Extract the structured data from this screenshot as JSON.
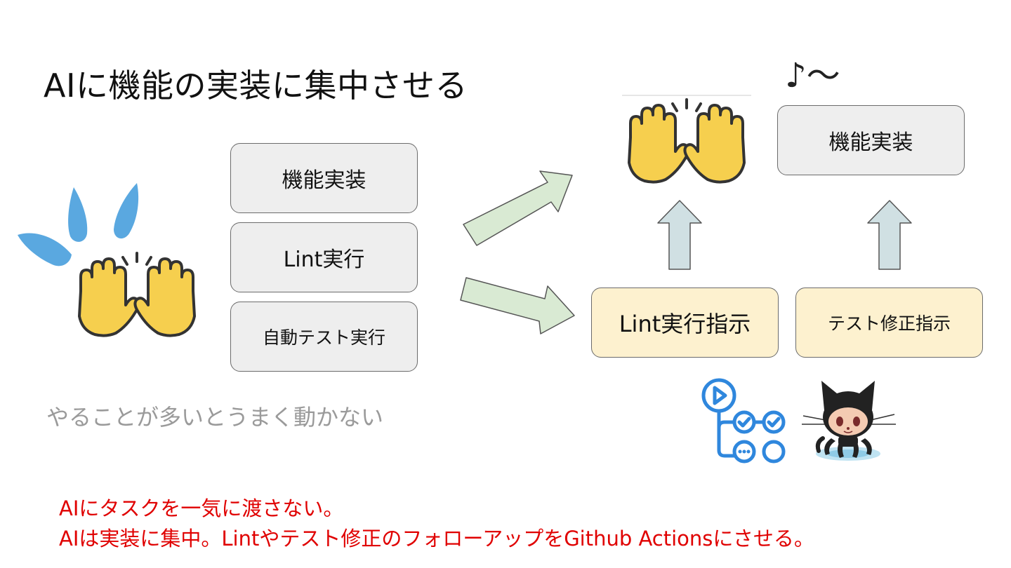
{
  "title": "AIに機能の実装に集中させる",
  "left_tasks": [
    "機能実装",
    "Lint実行",
    "自動テスト実行"
  ],
  "caption": "やることが多いとうまく動かない",
  "music_note": "♪〜",
  "right_top_task": "機能実装",
  "right_instructions": [
    "Lint実行指示",
    "テスト修正指示"
  ],
  "notes": [
    "AIにタスクを一気に渡さない。",
    "AIは実装に集中。Lintやテスト修正のフォローアップをGithub Actionsにさせる。"
  ],
  "icons": {
    "stressed_hands": "raising-hands-sweat-icon",
    "happy_hands": "raising-hands-icon",
    "workflow": "github-actions-icon",
    "mascot": "octocat-icon"
  },
  "colors": {
    "task_box": "#eeeeee",
    "instruction_box": "#fdf1cf",
    "green_arrow": "#d9ead3",
    "blue_arrow": "#d0e0e3",
    "sweat": "#5aa8e0",
    "hands": "#f6cf4e",
    "actions_blue": "#2f87dd",
    "note_red": "#e00000"
  }
}
